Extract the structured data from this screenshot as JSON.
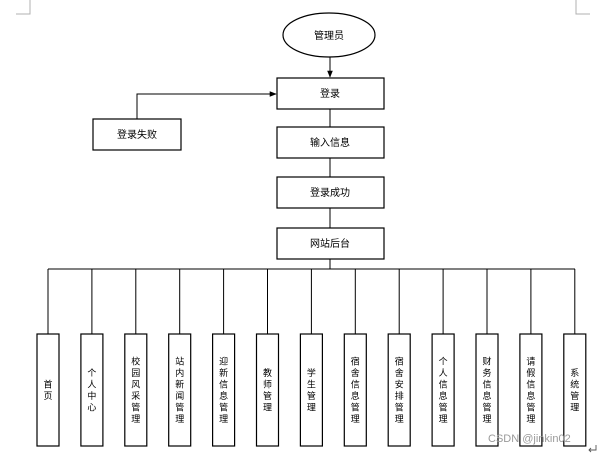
{
  "diagram": {
    "actor": "管理员",
    "login": "登录",
    "login_fail": "登录失败",
    "input_info": "输入信息",
    "login_success": "登录成功",
    "backend": "网站后台",
    "modules": [
      "首页",
      "个人中心",
      "校园风采管理",
      "站内新闻管理",
      "迎新信息管理",
      "教师管理",
      "学生管理",
      "宿舍信息管理",
      "宿舍安排管理",
      "个人信息管理",
      "财务信息管理",
      "请假信息管理",
      "系统管理"
    ]
  },
  "watermark": "CSDN @jinkin02",
  "colors": {
    "line": "#000000",
    "background": "#ffffff",
    "watermark": "#9a9a9a"
  }
}
